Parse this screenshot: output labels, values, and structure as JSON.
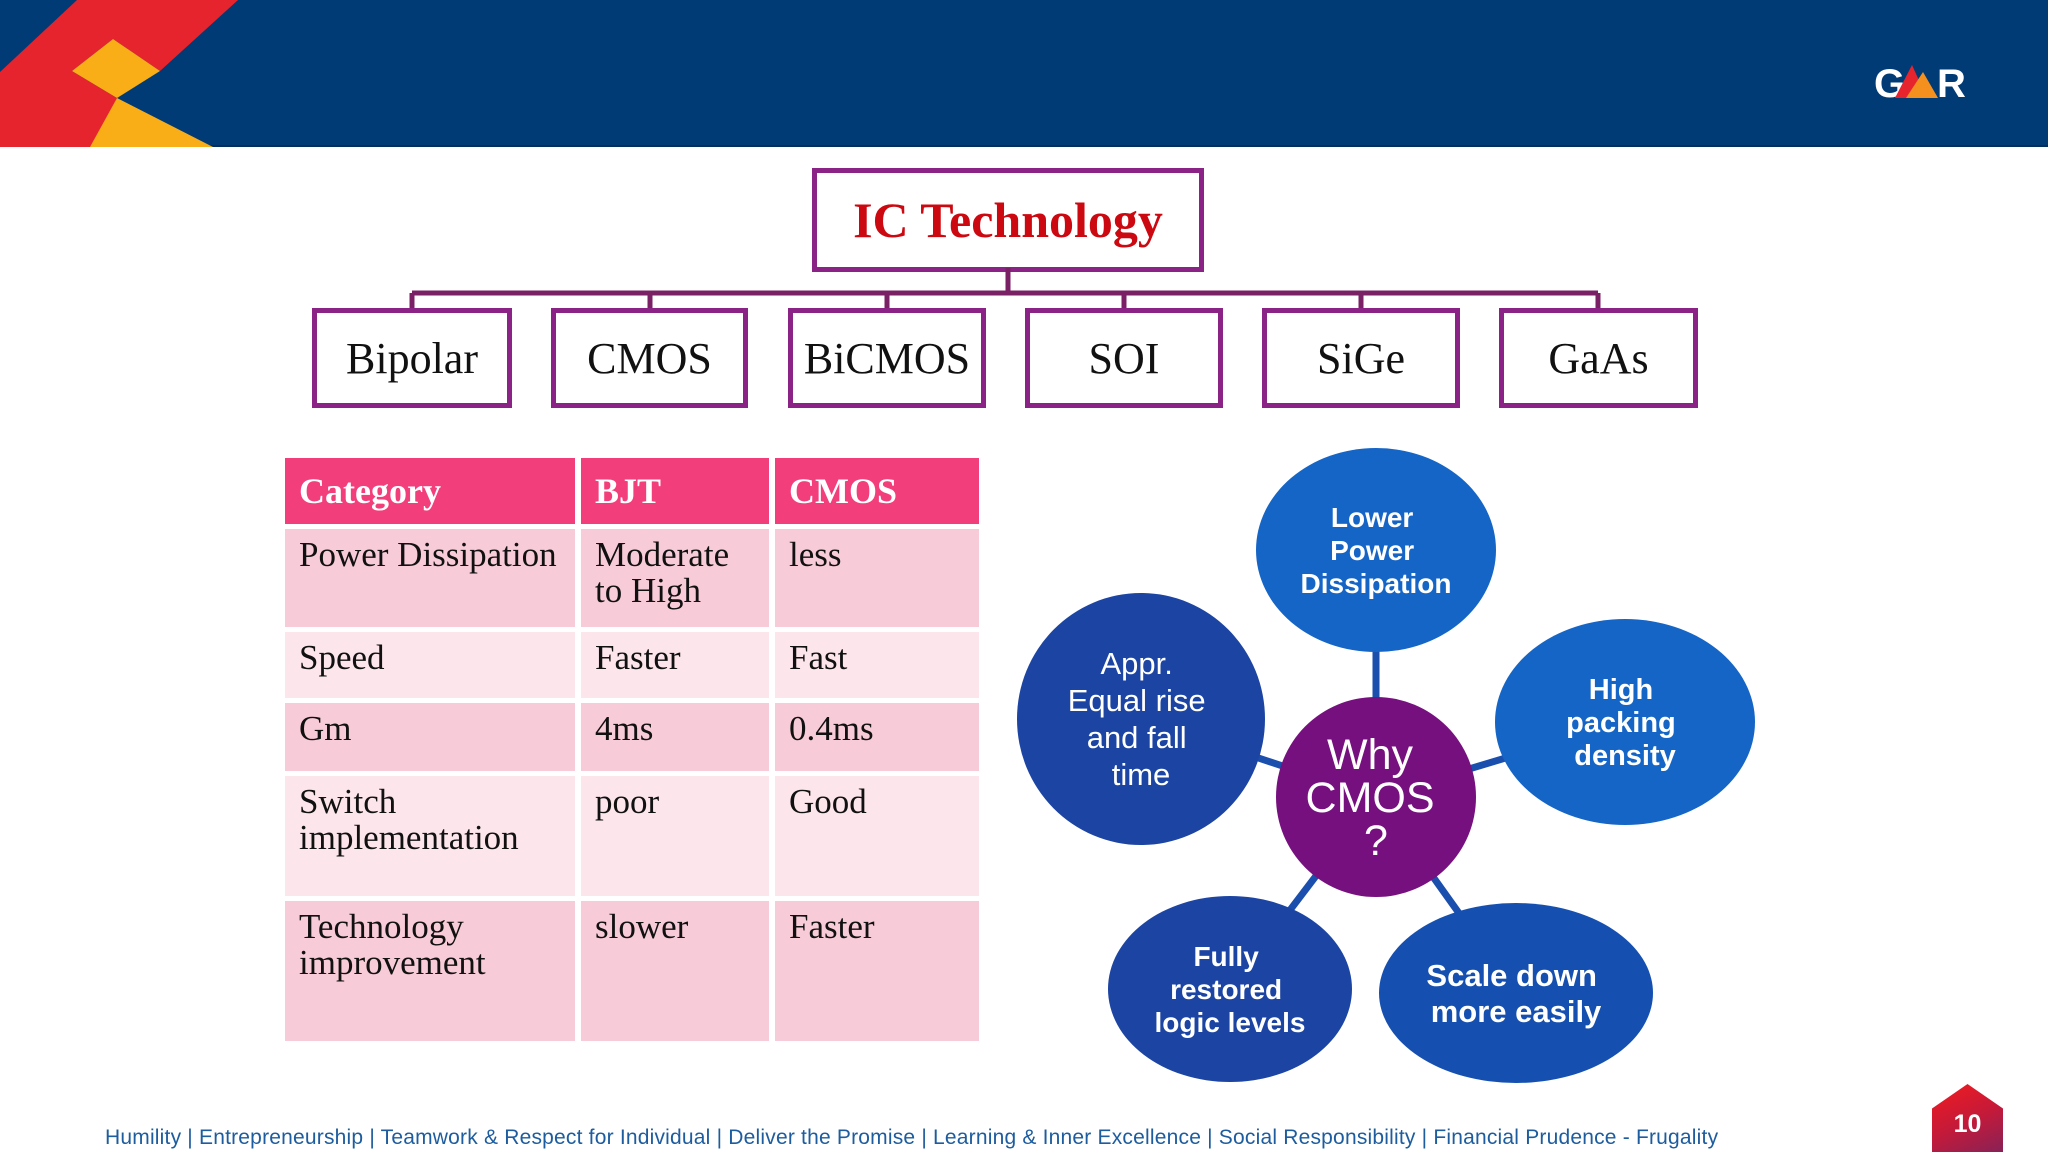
{
  "banner": {
    "logo_g": "G",
    "logo_r": "R"
  },
  "title": "IC Technology",
  "tree_nodes": [
    {
      "label": "Bipolar"
    },
    {
      "label": "CMOS"
    },
    {
      "label": "BiCMOS"
    },
    {
      "label": "SOI"
    },
    {
      "label": "SiGe"
    },
    {
      "label": "GaAs"
    }
  ],
  "table": {
    "headers": [
      "Category",
      "BJT",
      "CMOS"
    ],
    "rows": [
      [
        "Power Dissipation",
        "Moderate to High",
        "less"
      ],
      [
        "Speed",
        "Faster",
        "Fast"
      ],
      [
        "Gm",
        "4ms",
        "0.4ms"
      ],
      [
        "Switch implementation",
        "poor",
        "Good"
      ],
      [
        "Technology improvement",
        "slower",
        "Faster"
      ]
    ]
  },
  "diagram": {
    "center": {
      "lines": [
        "Why",
        "CMOS",
        "?"
      ]
    },
    "bubbles": [
      {
        "name": "lower-power-dissipation",
        "lines": [
          "Lower",
          "Power",
          "Dissipation"
        ]
      },
      {
        "name": "high-packing-density",
        "lines": [
          "High",
          "packing",
          "density"
        ]
      },
      {
        "name": "appr-equal-rise-fall",
        "lines": [
          "Appr.",
          "Equal rise",
          "and fall",
          "time"
        ]
      },
      {
        "name": "fully-restored-logic",
        "lines": [
          "Fully",
          "restored",
          "logic levels"
        ]
      },
      {
        "name": "scale-down",
        "lines": [
          "Scale down",
          "more easily"
        ]
      }
    ]
  },
  "footer": "Humility | Entrepreneurship | Teamwork & Respect for Individual | Deliver the Promise | Learning & Inner Excellence | Social Responsibility | Financial Prudence - Frugality",
  "page_number": "10",
  "colors": {
    "banner_navy": "#003B75",
    "ribbon_red": "#E6242D",
    "ribbon_yellow": "#F9AE17",
    "box_border_magenta": "#8B2286",
    "title_red": "#CC0810",
    "table_header_pink": "#F33E7C",
    "table_row_dark": "#F8CBD8",
    "table_row_light": "#FCE6EC",
    "bubble_bright_blue": "#1565C6",
    "bubble_navy_blue": "#1C44A2",
    "bubble_royal_blue": "#1550B0",
    "center_purple": "#76107E",
    "spoke_blue": "#1A4FAE",
    "footer_blue": "#1D5C9E"
  }
}
